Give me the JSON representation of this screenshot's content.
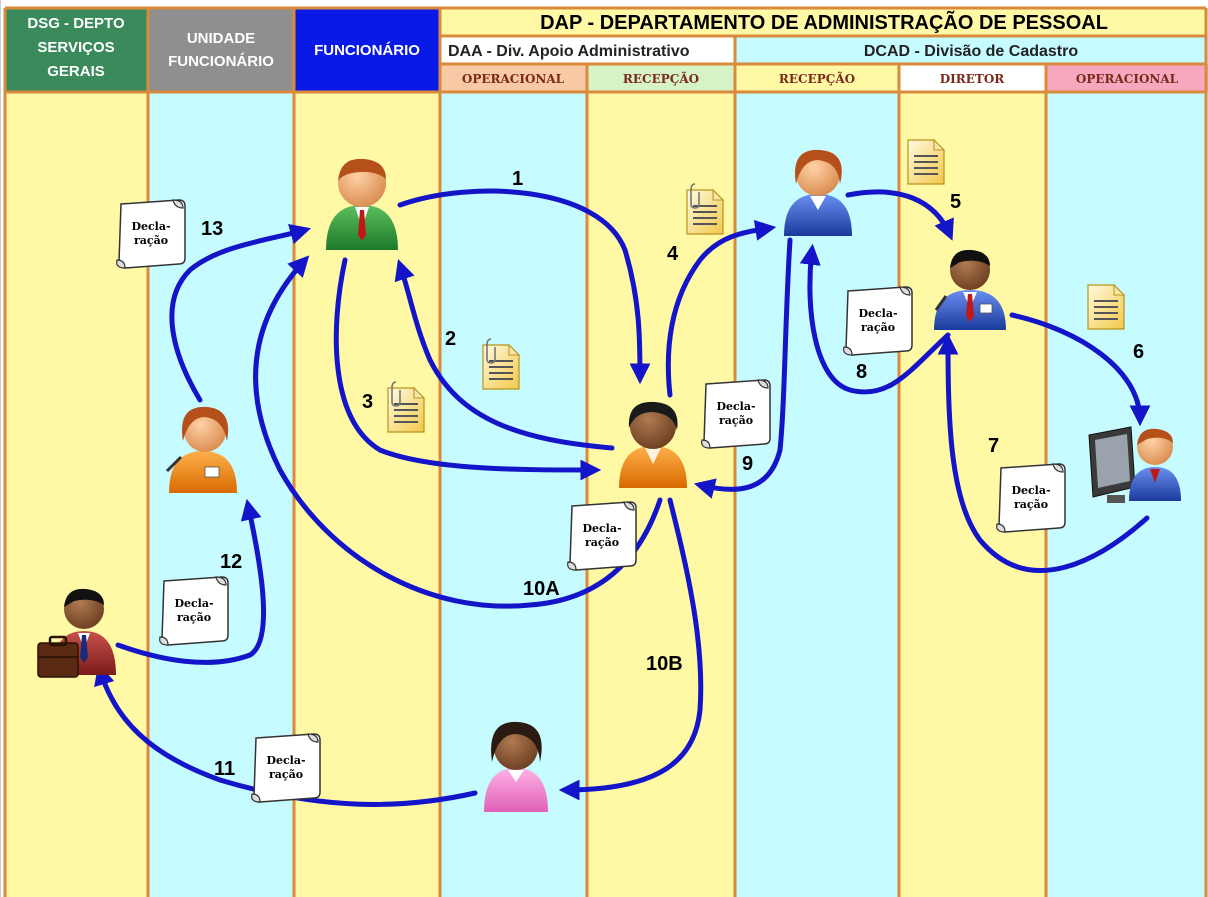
{
  "title": "DAP - DEPARTAMENTO DE ADMINISTRAÇÃO DE PESSOAL",
  "columns": [
    {
      "label_lines": [
        "DSG - DEPTO",
        "SERVIÇOS",
        "GERAIS"
      ],
      "header_color": "#3a8a5c",
      "lane_color": "#fff9a6"
    },
    {
      "label_lines": [
        "UNIDADE",
        "FUNCIONÁRIO"
      ],
      "header_color": "#8f8f8f",
      "lane_color": "#c6fbff"
    },
    {
      "label_lines": [
        "FUNCIONÁRIO"
      ],
      "header_color": "#0a1ae6",
      "lane_color": "#fff9a6"
    }
  ],
  "divisions": {
    "daa": "DAA - Div. Apoio Administrativo",
    "dcad": "DCAD - Divisão de Cadastro"
  },
  "subcolumns": [
    {
      "label": "OPERACIONAL",
      "color": "#f7c9a4",
      "lane_color": "#c6fbff"
    },
    {
      "label": "RECEPÇÃO",
      "color": "#d6f3c8",
      "lane_color": "#fff9a6"
    },
    {
      "label": "RECEPÇÃO",
      "color": "#fff9a6",
      "lane_color": "#c6fbff"
    },
    {
      "label": "DIRETOR",
      "color": "#ffffff",
      "lane_color": "#fff9a6"
    },
    {
      "label": "OPERACIONAL",
      "color": "#f7a8bf",
      "lane_color": "#c6fbff"
    }
  ],
  "step_labels": [
    "1",
    "2",
    "3",
    "4",
    "5",
    "6",
    "7",
    "8",
    "9",
    "10A",
    "10B",
    "11",
    "12",
    "13"
  ],
  "scroll_label": [
    "Decla-",
    "ração"
  ],
  "colors": {
    "arrow": "#1414c8",
    "border": "#d98a3a",
    "title_bg": "#fff9a6",
    "division_bg": "#c6fbff"
  },
  "icons": {
    "person": "person-icon",
    "document": "document-icon",
    "scroll": "scroll-icon",
    "computer": "computer-icon",
    "briefcase": "briefcase-icon"
  }
}
